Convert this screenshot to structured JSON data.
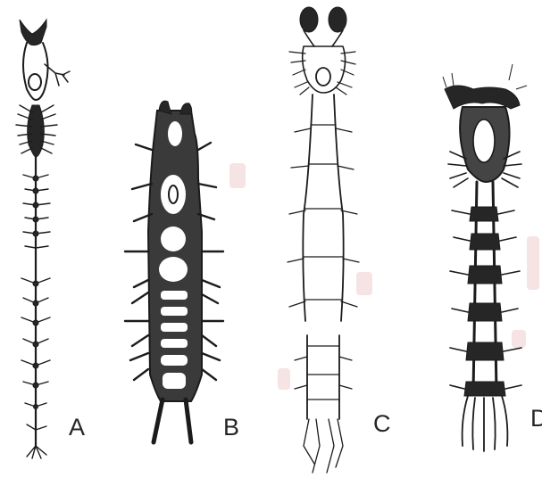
{
  "figure": {
    "panels": [
      {
        "id": "A",
        "label": "A"
      },
      {
        "id": "B",
        "label": "B"
      },
      {
        "id": "C",
        "label": "C"
      },
      {
        "id": "D",
        "label": "D"
      }
    ],
    "colors": {
      "ink": "#1b1b1b",
      "background": "#ffffff",
      "stain": "#f6e3e3"
    }
  }
}
